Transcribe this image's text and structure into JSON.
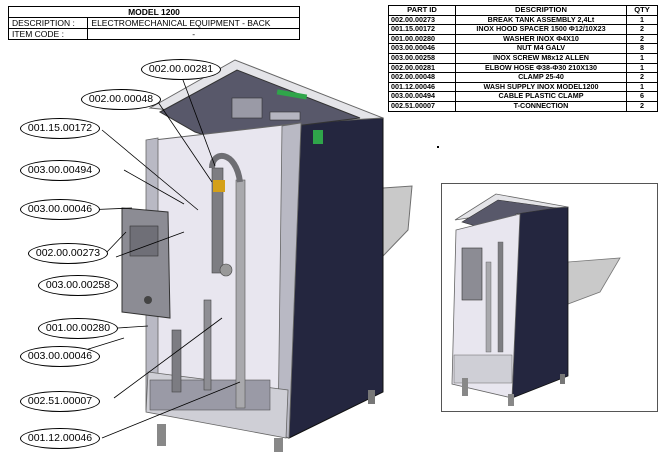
{
  "header": {
    "model": "MODEL 1200",
    "description_label": "DESCRIPTION :",
    "description_value": "ELECTROMECHANICAL EQUIPMENT - BACK",
    "item_code_label": "ITEM CODE :",
    "item_code_value": "-"
  },
  "parts_table": {
    "columns": [
      "PART ID",
      "DESCRIPTION",
      "QTY"
    ],
    "rows": [
      {
        "id": "002.00.00273",
        "desc": "BREAK TANK ASSEMBLY 2,4Lt",
        "qty": "1"
      },
      {
        "id": "001.15.00172",
        "desc": "INOX HOOD SPACER 1500 Φ12/10X23",
        "qty": "2"
      },
      {
        "id": "001.00.00280",
        "desc": "WASHER INOX Φ4X10",
        "qty": "2"
      },
      {
        "id": "003.00.00046",
        "desc": "NUT M4 GALV",
        "qty": "8"
      },
      {
        "id": "003.00.00258",
        "desc": "INOX SCREW M8x12 ALLEN",
        "qty": "1"
      },
      {
        "id": "002.00.00281",
        "desc": "ELBOW HOSE Φ38-Φ30  210X130",
        "qty": "1"
      },
      {
        "id": "002.00.00048",
        "desc": "CLAMP 25-40",
        "qty": "2"
      },
      {
        "id": "001.12.00046",
        "desc": "WASH SUPPLY INOX MODEL1200",
        "qty": "1"
      },
      {
        "id": "003.00.00494",
        "desc": "CABLE PLASTIC CLAMP",
        "qty": "6"
      },
      {
        "id": "002.51.00007",
        "desc": "T-CONNECTION",
        "qty": "2"
      }
    ]
  },
  "callouts": {
    "c_281": "002.00.00281",
    "c_048": "002.00.00048",
    "c_172": "001.15.00172",
    "c_494": "003.00.00494",
    "c_046a": "003.00.00046",
    "c_273": "002.00.00273",
    "c_258": "003.00.00258",
    "c_280": "001.00.00280",
    "c_046b": "003.00.00046",
    "c_007": "002.51.00007",
    "c_1246": "001.12.00046"
  }
}
